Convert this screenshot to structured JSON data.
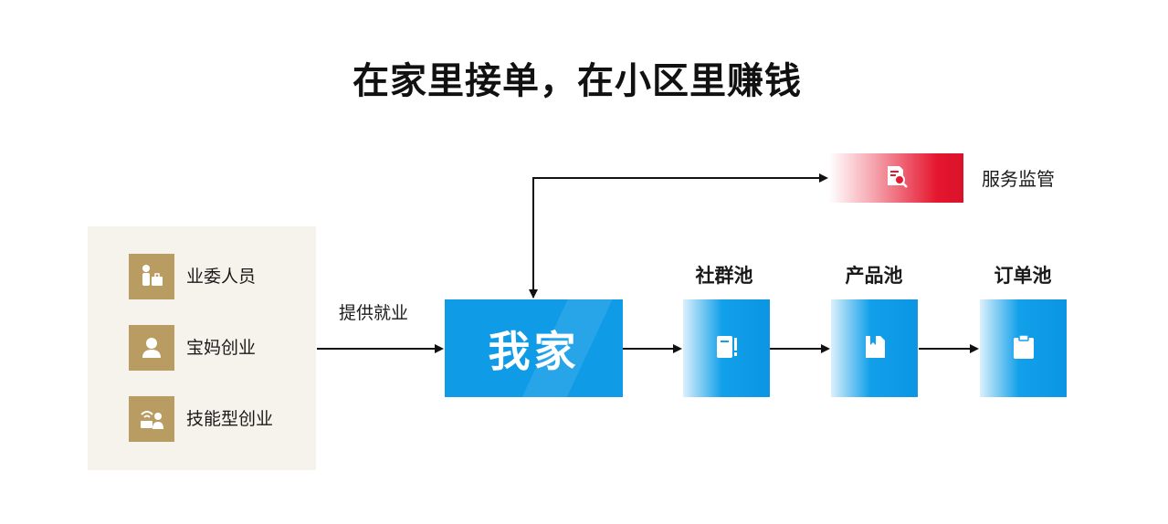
{
  "title": "在家里接单，在小区里赚钱",
  "roles": [
    {
      "label": "业委人员",
      "icon": "committee-member-icon"
    },
    {
      "label": "宝妈创业",
      "icon": "mother-icon"
    },
    {
      "label": "技能型创业",
      "icon": "skilled-worker-icon"
    }
  ],
  "arrow_label": "提供就业",
  "main_node": {
    "label": "我家"
  },
  "pools": [
    {
      "label": "社群池",
      "icon": "notebook-icon"
    },
    {
      "label": "产品池",
      "icon": "bookmark-document-icon"
    },
    {
      "label": "订单池",
      "icon": "clipboard-icon"
    }
  ],
  "supervision": {
    "label": "服务监管",
    "icon": "document-search-icon"
  },
  "colors": {
    "gold": "#b89c62",
    "panel": "#f6f3ec",
    "blue": "#0f9be6",
    "red": "#e5172f"
  }
}
